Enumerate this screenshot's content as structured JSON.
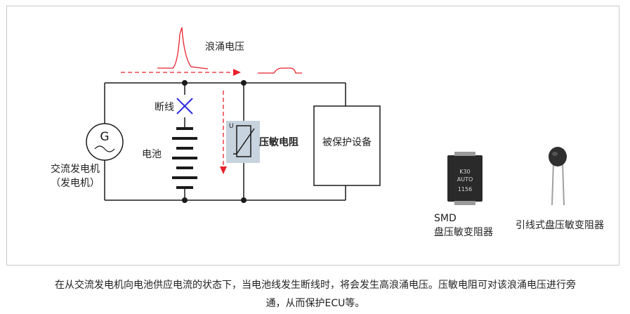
{
  "diagram": {
    "surge_label": "浪涌电压",
    "break_label": "断线",
    "battery_label": "电池",
    "generator_symbol": "G",
    "generator_label_line1": "交流发电机",
    "generator_label_line2": "（发电机）",
    "varistor_symbol_letter": "U",
    "varistor_label": "压敏电阻",
    "protected_device_label": "被保护设备",
    "smd_chip_text_line1": "K30",
    "smd_chip_text_line2": "AUTO",
    "smd_chip_text_line3": "1156",
    "smd_label_line1": "SMD",
    "smd_label_line2": "盘压敏变阻器",
    "leaded_label": "引线式盘压敏变阻器"
  },
  "caption": {
    "line1": "在从交流发电机向电池供应电流的状态下，当电池线发生断线时，将会发生高浪涌电压。压敏电阻可对该浪涌电压进行旁",
    "line2": "通，从而保护ECU等。"
  },
  "colors": {
    "surge_arrow": "#e8202a",
    "break_mark": "#2a2adf",
    "wire": "#1a1a1a",
    "varistor_highlight": "#c7d3de",
    "frame": "#c9c9c9"
  }
}
